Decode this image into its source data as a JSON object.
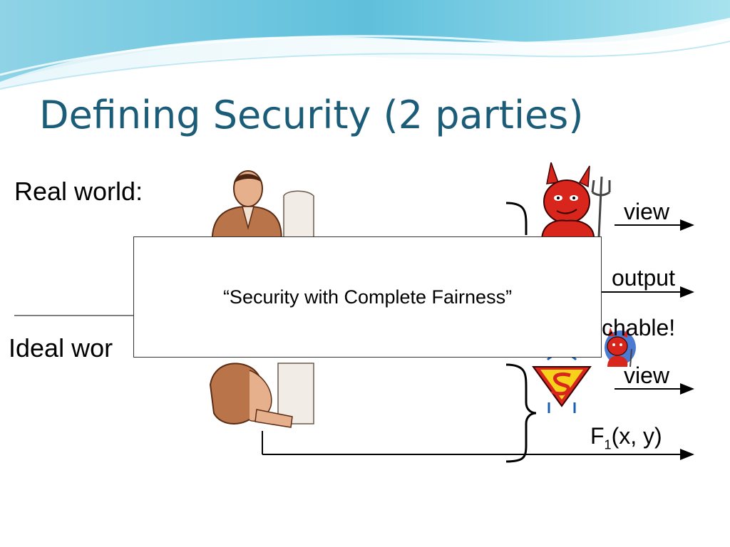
{
  "slide": {
    "title": "Defining Security (2 parties)",
    "real_world_label": "Real world:",
    "ideal_world_label": "Ideal wor",
    "labels": {
      "view_top": "view",
      "output": "output",
      "untouchable": "chable!",
      "view_bottom": "view",
      "f1_base": "F",
      "f1_sub": "1",
      "f1_args": "(x, y)"
    },
    "overlay_text": "“Security with Complete Fairness”",
    "colors": {
      "title": "#1b5d78",
      "devil": "#d8261c",
      "superman_blue": "#1a5fb4",
      "businessman": "#b9744a"
    },
    "icons": [
      "businessman-icon",
      "computer-icon",
      "devil-icon",
      "superman-icon",
      "small-devil-icon"
    ]
  }
}
